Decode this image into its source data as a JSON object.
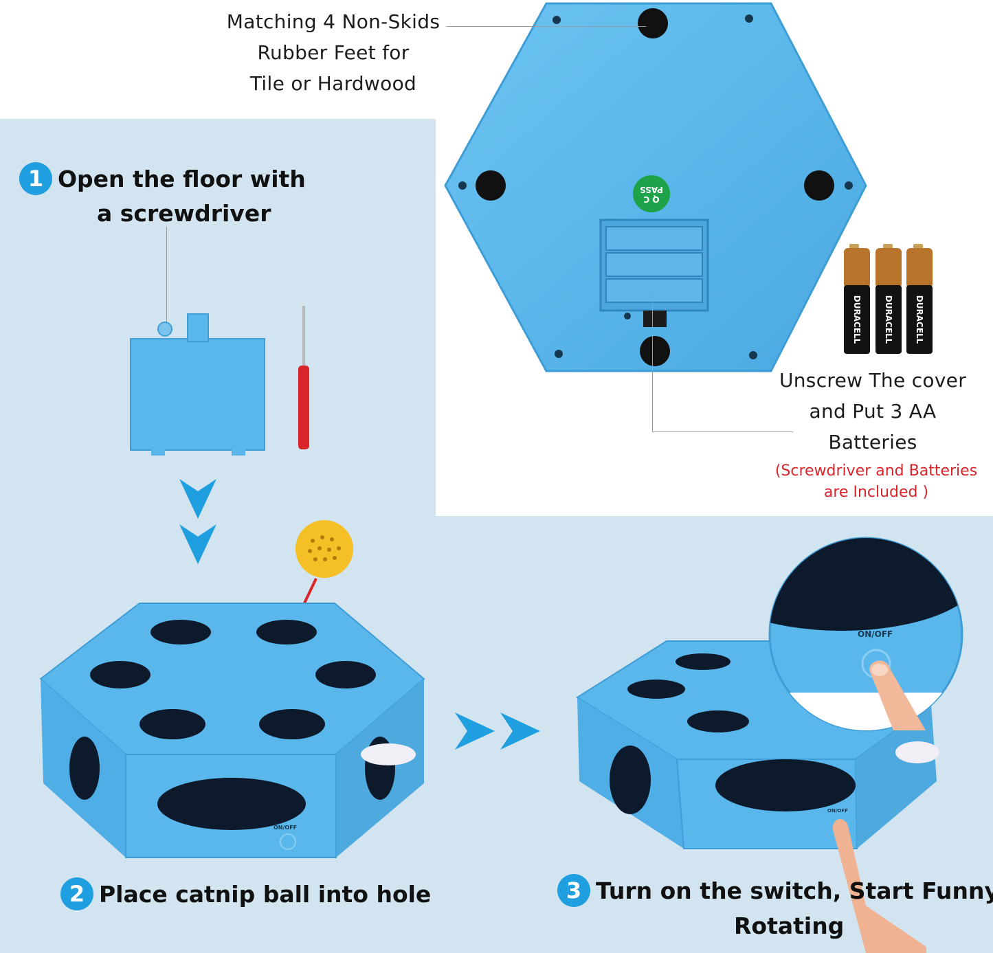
{
  "rubber_feet_callout": {
    "lines": [
      "Matching 4 Non-Skids",
      "Rubber Feet for",
      "Tile or Hardwood"
    ]
  },
  "battery_callout": {
    "lines": [
      "Unscrew The cover",
      "and Put 3 AA",
      "Batteries"
    ],
    "note_lines": [
      "(Screwdriver and Batteries",
      "are Included )"
    ]
  },
  "qc_sticker": {
    "line1": "Q C",
    "line2": "PASS"
  },
  "battery_brand": "DURACELL",
  "onoff_label": "ON/OFF",
  "steps": [
    {
      "number": "1",
      "lines": [
        "Open the floor with",
        "a screwdriver"
      ]
    },
    {
      "number": "2",
      "lines": [
        "Place catnip ball into hole"
      ]
    },
    {
      "number": "3",
      "lines": [
        "Turn on the switch, Start Funny",
        "Rotating"
      ]
    }
  ],
  "colors": {
    "panel_bg": "#d2e4ef",
    "toy_blue": "#5ab7ec",
    "step_badge": "#1f9fe0",
    "arrow_blue": "#1f9fe0",
    "note_red": "#d9242a"
  },
  "icons": {
    "step_arrows_down": "chevron-down-icon",
    "step_arrows_right": "chevron-right-icon",
    "power": "power-icon"
  }
}
